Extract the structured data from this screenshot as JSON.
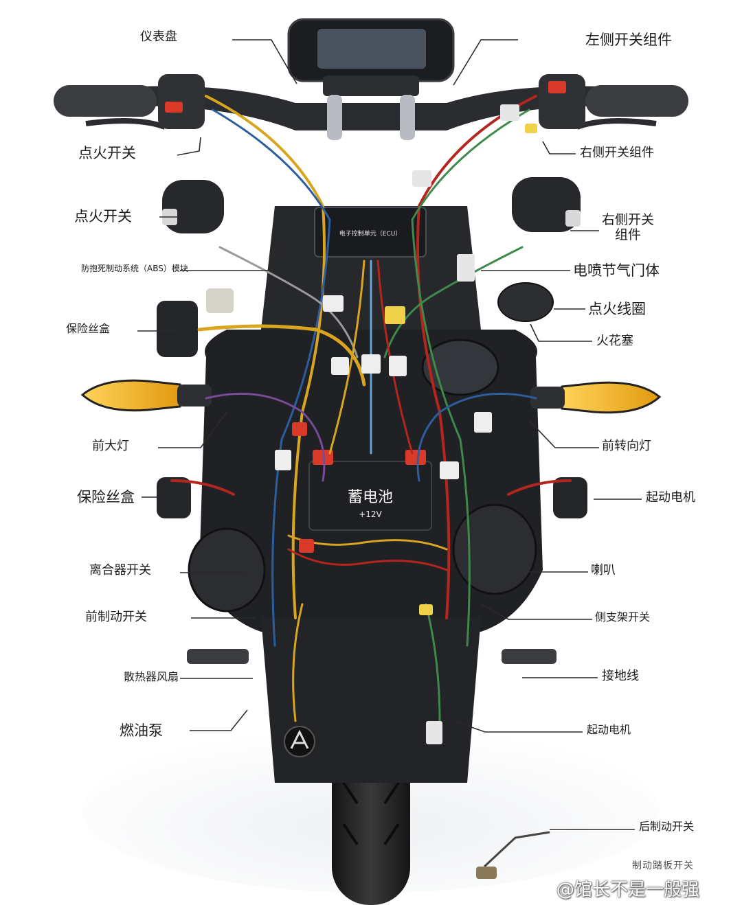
{
  "labels_left": [
    {
      "id": "dashboard",
      "text": "仪表盘"
    },
    {
      "id": "ignition-switch-1",
      "text": "点火开关"
    },
    {
      "id": "ignition-switch-2",
      "text": "点火开关"
    },
    {
      "id": "abs-module",
      "text": "防抱死制动系统（ABS）模块"
    },
    {
      "id": "fuse-box-1",
      "text": "保险丝盒"
    },
    {
      "id": "headlight",
      "text": "前大灯"
    },
    {
      "id": "fuse-box-2",
      "text": "保险丝盒"
    },
    {
      "id": "clutch-switch",
      "text": "离合器开关"
    },
    {
      "id": "front-brake-switch",
      "text": "前制动开关"
    },
    {
      "id": "radiator-fan",
      "text": "散热器风扇"
    },
    {
      "id": "fuel-pump",
      "text": "燃油泵"
    }
  ],
  "labels_right": [
    {
      "id": "left-switch-assembly",
      "text": "左侧开关组件"
    },
    {
      "id": "right-switch-assembly-1",
      "text": "右侧开关组件"
    },
    {
      "id": "right-switch-assembly-2",
      "text": "右侧开关\n组件"
    },
    {
      "id": "throttle-body",
      "text": "电喷节气门体"
    },
    {
      "id": "ignition-coil",
      "text": "点火线圈"
    },
    {
      "id": "spark-plug",
      "text": "火花塞"
    },
    {
      "id": "front-turn-signal",
      "text": "前转向灯"
    },
    {
      "id": "starter-motor-1",
      "text": "起动电机"
    },
    {
      "id": "horn",
      "text": "喇叭"
    },
    {
      "id": "side-stand-switch",
      "text": "侧支架开关"
    },
    {
      "id": "ground-wire",
      "text": "接地线"
    },
    {
      "id": "starter-motor-2",
      "text": "起动电机"
    },
    {
      "id": "rear-brake-switch",
      "text": "后制动开关"
    }
  ],
  "battery": {
    "label": "蓄电池",
    "voltage": "+12V"
  },
  "ecu": {
    "label": "电子控制单元（ECU）"
  },
  "garbled_label": "制动踏板开关",
  "watermark": "@馆长不是一般强",
  "colors": {
    "wire_red": "#b3261e",
    "wire_yellow": "#d9a520",
    "wire_blue": "#2c5e9e",
    "wire_green": "#3f8a4a",
    "turn_signal": "#f5b418",
    "body": "#1f2124"
  }
}
